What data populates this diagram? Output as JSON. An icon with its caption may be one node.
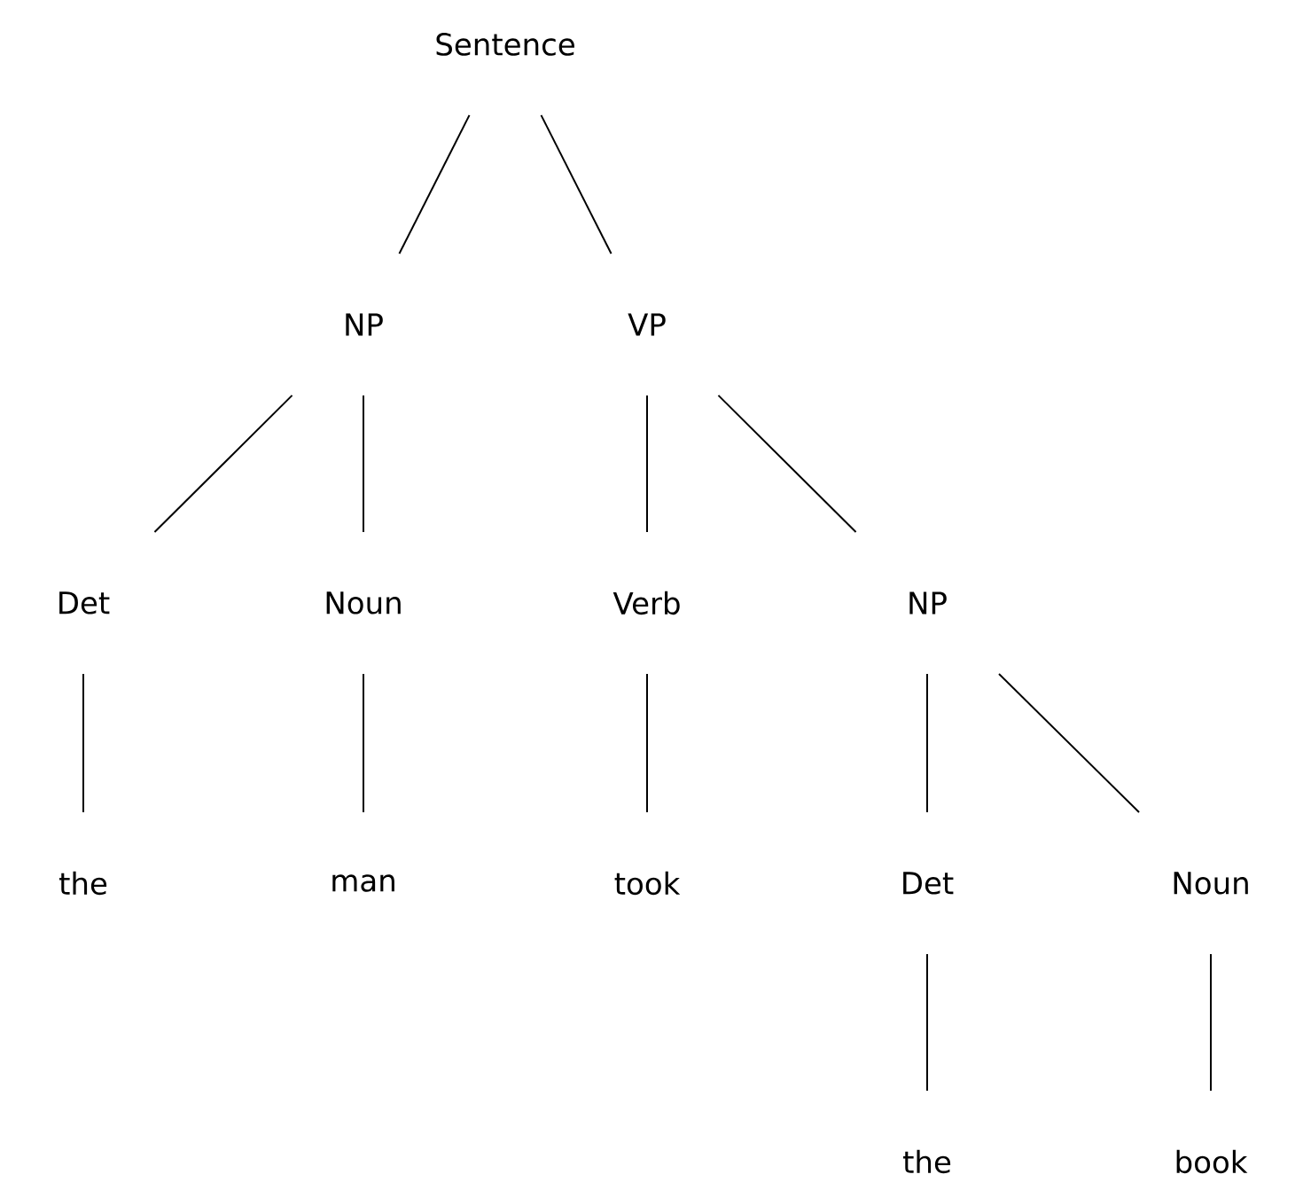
{
  "diagram": {
    "nodes": [
      {
        "text": [
          "Sentence"
        ]
      },
      {
        "text": [
          "NP"
        ]
      },
      {
        "text": [
          "VP"
        ]
      },
      {
        "text": [
          "Det"
        ]
      },
      {
        "text": [
          "Noun"
        ]
      },
      {
        "text": [
          "Verb"
        ]
      },
      {
        "text": [
          "NP"
        ]
      },
      {
        "text": [
          "the"
        ]
      },
      {
        "text": [
          "man"
        ]
      },
      {
        "text": [
          "took"
        ]
      },
      {
        "text": [
          "Det"
        ]
      },
      {
        "text": [
          "Noun"
        ]
      },
      {
        "text": [
          "the"
        ]
      },
      {
        "text": [
          "book"
        ]
      }
    ],
    "edges": [
      {
        "from": 0,
        "to": 1,
        "arrow": "none"
      },
      {
        "from": 0,
        "to": 2,
        "arrow": "none"
      },
      {
        "from": 1,
        "to": 3,
        "arrow": "none"
      },
      {
        "from": 1,
        "to": 4,
        "arrow": "none"
      },
      {
        "from": 2,
        "to": 5,
        "arrow": "none"
      },
      {
        "from": 2,
        "to": 6,
        "arrow": "none"
      },
      {
        "from": 3,
        "to": 7,
        "arrow": "none"
      },
      {
        "from": 4,
        "to": 8,
        "arrow": "none"
      },
      {
        "from": 5,
        "to": 9,
        "arrow": "none"
      },
      {
        "from": 6,
        "to": 10,
        "arrow": "none"
      },
      {
        "from": 6,
        "to": 11,
        "arrow": "none"
      },
      {
        "from": 10,
        "to": 12,
        "arrow": "none"
      },
      {
        "from": 11,
        "to": 13,
        "arrow": "none"
      }
    ]
  }
}
